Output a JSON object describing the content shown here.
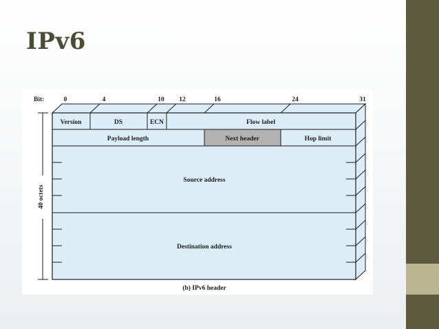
{
  "slide": {
    "title": "IPv6"
  },
  "diagram": {
    "bit_label": "Bit:",
    "bit_ticks": [
      "0",
      "4",
      "10",
      "12",
      "16",
      "24",
      "31"
    ],
    "fields": {
      "version": "Version",
      "ds": "DS",
      "ecn": "ECN",
      "flow_label": "Flow label",
      "payload_length": "Payload length",
      "next_header": "Next header",
      "hop_limit": "Hop limit",
      "source_address": "Source address",
      "destination_address": "Destination address"
    },
    "side_label": "40 octets",
    "caption": "(b) IPv6 header",
    "colors": {
      "field_fill": "#dcedf8",
      "highlight_fill": "#b2b2b2",
      "stroke": "#1a1a1a"
    }
  }
}
